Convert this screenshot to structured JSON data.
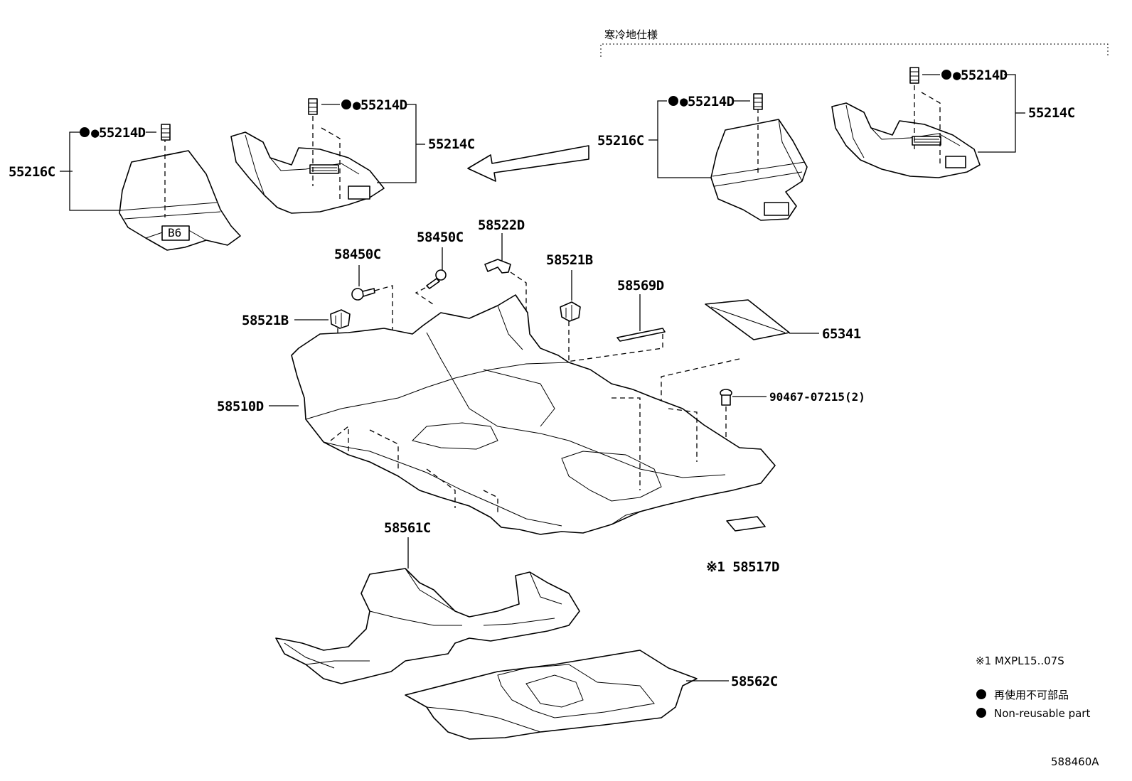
{
  "bracket_label": "寒冷地仕様",
  "labels": {
    "p55216C_left": "55216C",
    "p55214D_left": "●55214D",
    "p55214D_mid": "●55214D",
    "p55214C_mid": "55214C",
    "p55216C_right": "55216C",
    "p55214D_right1": "●55214D",
    "p55214D_right2": "●55214D",
    "p55214C_right": "55214C",
    "p58450C_a": "58450C",
    "p58450C_b": "58450C",
    "p58522D": "58522D",
    "p58521B_a": "58521B",
    "p58521B_b": "58521B",
    "p58569D": "58569D",
    "p65341": "65341",
    "p58510D": "58510D",
    "p90467": "90467-07215(2)",
    "p58517D": "※1 58517D",
    "p58561C": "58561C",
    "p58562C": "58562C"
  },
  "legend": {
    "note1": "※1 MXPL15..07S",
    "nonreusable_jp": "再使用不可部品",
    "nonreusable_en": "Non-reusable part"
  },
  "figure_id": "588460A"
}
